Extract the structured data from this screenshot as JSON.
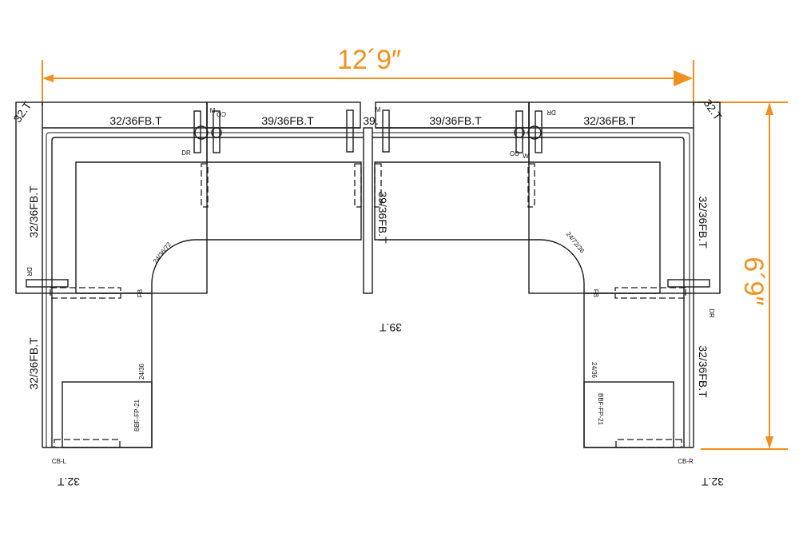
{
  "dimensions": {
    "width_label": "12´9″",
    "depth_label": "6´9″",
    "accent_color": "#f0901e"
  },
  "panels": {
    "top_left": "32/36FB.T",
    "top_center_left": "39/36FB.T",
    "top_center_stub": "39.",
    "top_center_right": "39/36FB.T",
    "top_right": "32/36FB.T",
    "corner_left": "32.T",
    "corner_right": "32.T",
    "side_left_upper": "32/36FB.T",
    "side_left_lower": "32/36FB.T",
    "side_right_upper": "32/36FB.T",
    "side_right_lower": "32/36FB.T",
    "center_divider": "39/36FB.T",
    "center_end": "39.T",
    "bottom_left_end": "32.T",
    "bottom_right_end": "32.T"
  },
  "worksurfaces": {
    "left_corner": "24/36/72",
    "right_corner": "24/72/36",
    "left_return": "24/36",
    "right_return": "24/36",
    "left_fb": "FB",
    "right_fb": "FB"
  },
  "storage": {
    "left_pedestal": "BBF-FP-21",
    "right_pedestal": "BBF-FP-21"
  },
  "hardware": {
    "cb_left": "CB-L",
    "cb_right": "CB-R",
    "dr": "DR",
    "co": "CO",
    "m": "M",
    "w": "W"
  }
}
